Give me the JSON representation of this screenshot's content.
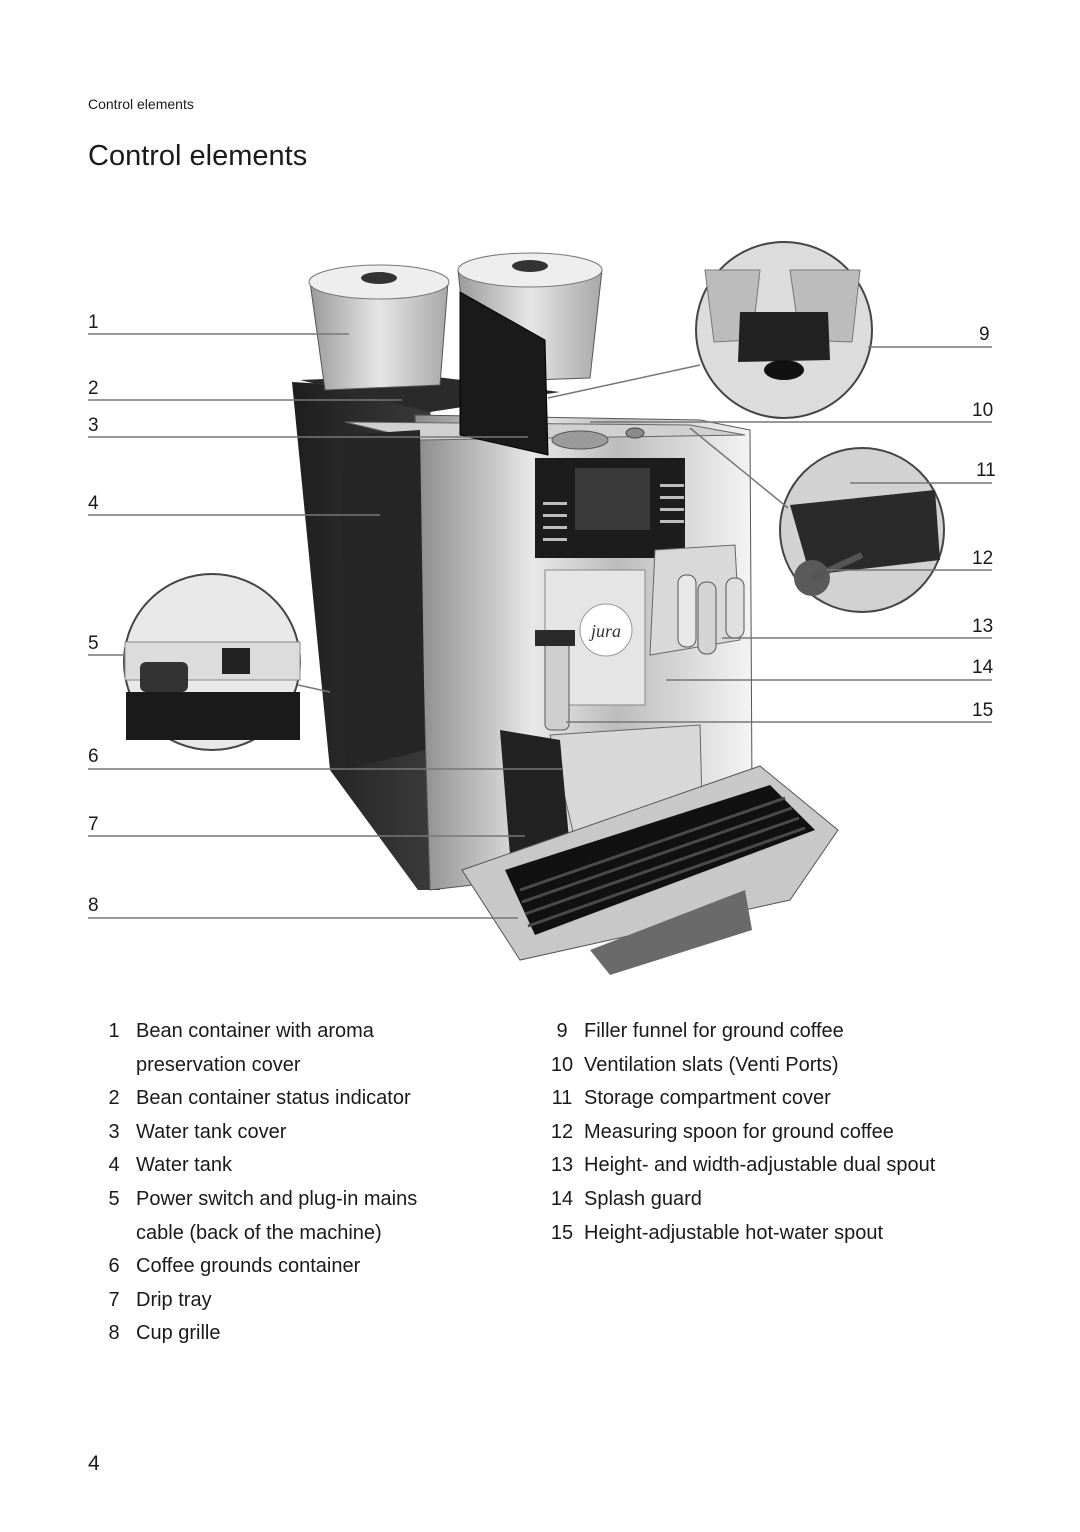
{
  "running_head": "Control elements",
  "title": "Control elements",
  "figure": {
    "brand_text": "jura",
    "callouts": [
      "1",
      "2",
      "3",
      "4",
      "5",
      "6",
      "7",
      "8",
      "9",
      "10",
      "11",
      "12",
      "13",
      "14",
      "15"
    ]
  },
  "legend": {
    "left": [
      {
        "num": "1",
        "lines": [
          "Bean container with aroma",
          "preservation cover"
        ]
      },
      {
        "num": "2",
        "lines": [
          "Bean container status indicator"
        ]
      },
      {
        "num": "3",
        "lines": [
          "Water tank cover"
        ]
      },
      {
        "num": "4",
        "lines": [
          "Water tank"
        ]
      },
      {
        "num": "5",
        "lines": [
          "Power switch and plug-in mains",
          "cable (back of the machine)"
        ]
      },
      {
        "num": "6",
        "lines": [
          "Coffee grounds container"
        ]
      },
      {
        "num": "7",
        "lines": [
          "Drip tray"
        ]
      },
      {
        "num": "8",
        "lines": [
          "Cup grille"
        ]
      }
    ],
    "right": [
      {
        "num": "9",
        "lines": [
          "Filler funnel for ground coffee"
        ]
      },
      {
        "num": "10",
        "lines": [
          "Ventilation slats (Venti Ports)"
        ]
      },
      {
        "num": "11",
        "lines": [
          "Storage compartment cover"
        ]
      },
      {
        "num": "12",
        "lines": [
          "Measuring spoon for ground coffee"
        ]
      },
      {
        "num": "13",
        "lines": [
          "Height- and width-adjustable dual spout"
        ]
      },
      {
        "num": "14",
        "lines": [
          "Splash guard"
        ]
      },
      {
        "num": "15",
        "lines": [
          "Height-adjustable hot-water spout"
        ]
      }
    ]
  },
  "page_number": "4"
}
